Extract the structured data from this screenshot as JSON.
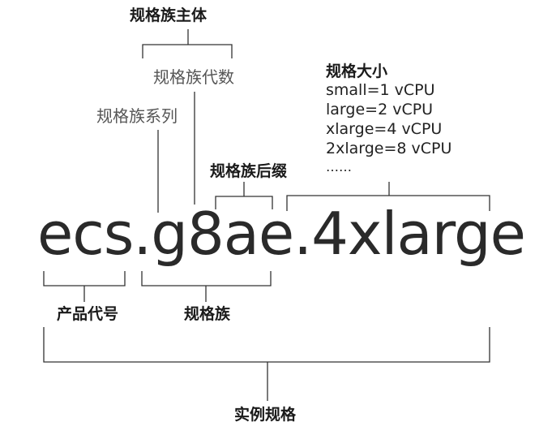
{
  "instance_type_code": "ecs.g8ae.4xlarge",
  "labels": {
    "family_body": "规格族主体",
    "family_generation": "规格族代数",
    "family_series": "规格族系列",
    "family_suffix": "规格族后缀",
    "product_code": "产品代号",
    "family": "规格族",
    "instance_spec": "实例规格"
  },
  "size_spec": {
    "title": "规格大小",
    "lines": [
      "small=1 vCPU",
      "large=2 vCPU",
      "xlarge=4 vCPU",
      "2xlarge=8 vCPU",
      "……"
    ]
  }
}
